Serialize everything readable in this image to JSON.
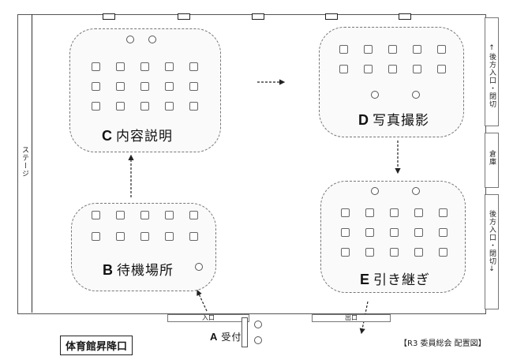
{
  "stage_label": "ステージ",
  "zones": {
    "c": {
      "letter": "C",
      "name": "内容説明"
    },
    "d": {
      "letter": "D",
      "name": "写真撮影"
    },
    "b": {
      "letter": "B",
      "name": "待機場所"
    },
    "e": {
      "letter": "E",
      "name": "引き継ぎ"
    },
    "a": {
      "letter": "A",
      "name": "受付"
    }
  },
  "right_wall": {
    "rear_entrance_top": "↑後方入口・閉切",
    "storage": "倉庫",
    "rear_entrance_bottom": "後方入口・閉切↓"
  },
  "entrance": "入口",
  "exit": "出口",
  "venue": "体育館昇降口",
  "caption": "【R3 委員総会 配置図】"
}
